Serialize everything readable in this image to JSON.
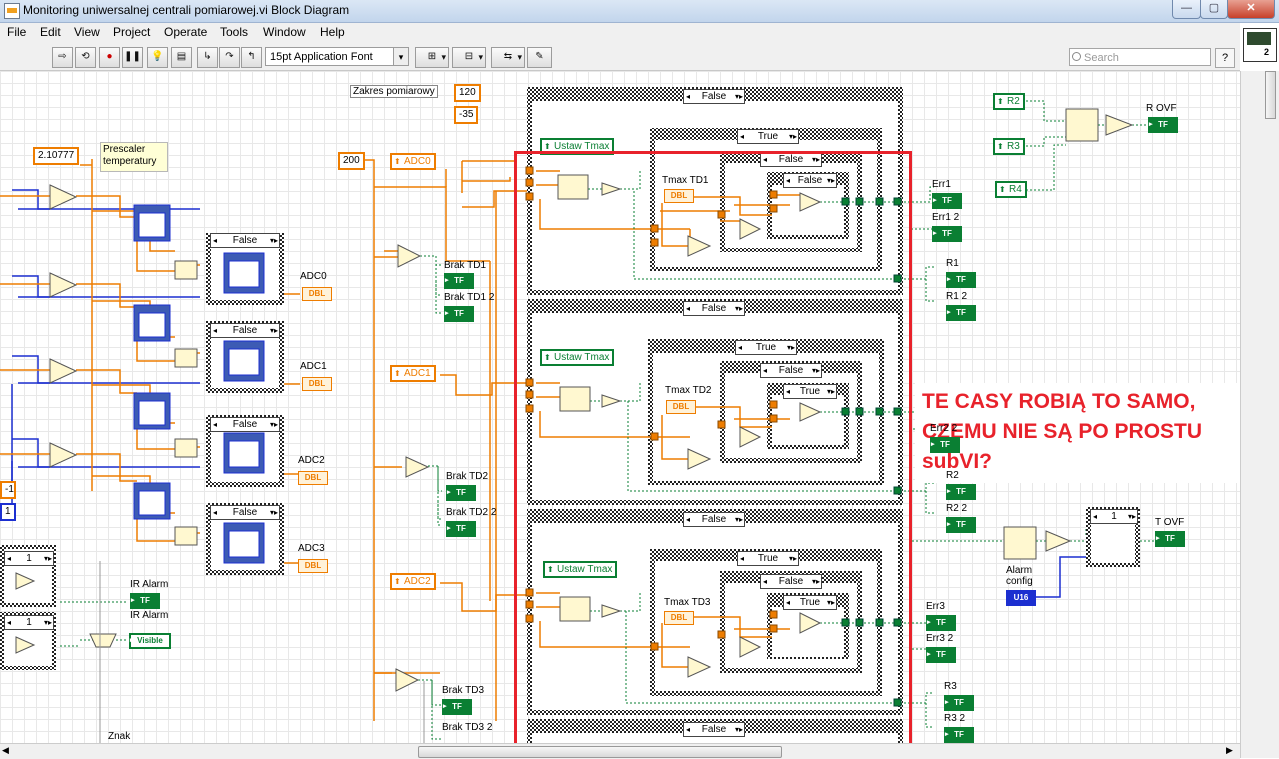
{
  "window": {
    "title": "Monitoring uniwersalnej centrali pomiarowej.vi Block Diagram",
    "minimize": "—",
    "maximize": "▢",
    "close": "✕"
  },
  "menu": [
    "File",
    "Edit",
    "View",
    "Project",
    "Operate",
    "Tools",
    "Window",
    "Help"
  ],
  "toolbar": {
    "font": "15pt Application Font",
    "search_placeholder": "Search",
    "help": "?",
    "vi_icon_number": "2"
  },
  "diagram": {
    "zakres_label": "Zakres pomiarowy",
    "const_120": "120",
    "const_neg35": "-35",
    "const_200": "200",
    "const_prescaler": "2.10777",
    "note_prescaler": "Prescaler temperatury",
    "adc_controls": [
      "ADC0",
      "ADC1",
      "ADC2"
    ],
    "left_indicators": [
      {
        "label": "ADC0",
        "type": "DBL"
      },
      {
        "label": "ADC1",
        "type": "DBL"
      },
      {
        "label": "ADC2",
        "type": "DBL"
      },
      {
        "label": "ADC3",
        "type": "DBL"
      }
    ],
    "left_case_selectors": [
      "False",
      "False",
      "False",
      "False"
    ],
    "brak_labels": [
      "Brak TD1",
      "Brak TD1 2",
      "Brak TD2",
      "Brak TD2 2",
      "Brak TD3",
      "Brak TD3 2"
    ],
    "tf": "TF",
    "dbl": "DBL",
    "ustaw_tmax": "Ustaw Tmax",
    "tmax_labels": [
      "Tmax TD1",
      "Tmax TD2",
      "Tmax TD3"
    ],
    "outer_case": "False",
    "middle_case": "True",
    "inner_case": "False",
    "innermost_cases": [
      "False",
      "True",
      "True"
    ],
    "right_labels": [
      "Err1",
      "Err1 2",
      "R1",
      "R1 2",
      "Err2 2",
      "R2",
      "R2 2",
      "Err3",
      "Err3 2",
      "R3",
      "R3 2"
    ],
    "r_controls": [
      "R2",
      "R3",
      "R4"
    ],
    "r_ovf": "R OVF",
    "t_ovf": "T OVF",
    "num_sel": "1",
    "alarm_config": "Alarm config",
    "u16": "U16",
    "ir_alarm": "IR Alarm",
    "ir_alarm_visible": "Visible",
    "znak": "Znak",
    "left_num_sels": [
      "1",
      "1"
    ],
    "left_consts": [
      "-1",
      "1"
    ],
    "comment": "TE CASY ROBIĄ TO SAMO, CZEMU NIE SĄ PO PROSTU subVI?"
  },
  "colors": {
    "dbl_wire": "#ee7d00",
    "bool_wire": "#0a7f33",
    "int_wire": "#1c2fd0",
    "annotation": "#e8222b"
  }
}
